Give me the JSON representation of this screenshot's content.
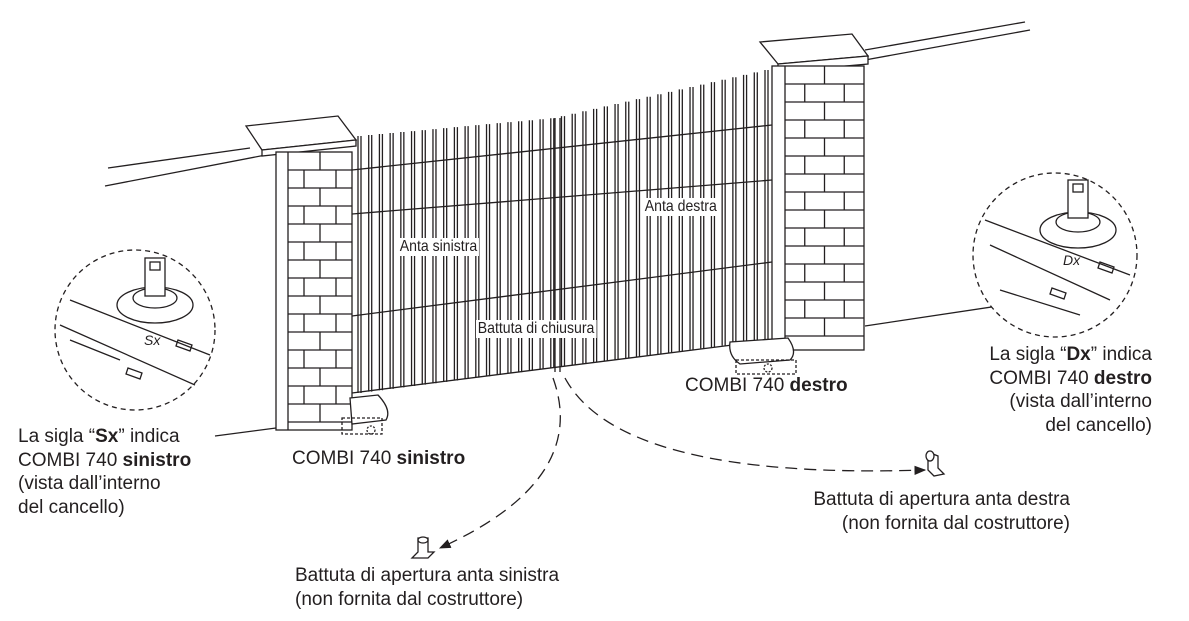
{
  "labels": {
    "left_leaf": "Anta sinistra",
    "right_leaf": "Anta destra",
    "closing_stop": "Battuta di chiusura"
  },
  "motors": {
    "right": {
      "prefix": "COMBI 740 ",
      "bold": "destro"
    },
    "left": {
      "prefix": "COMBI 740 ",
      "bold": "sinistro"
    }
  },
  "left_note": {
    "line1_pre": "La sigla “",
    "line1_bold": "Sx",
    "line1_post": "” indica",
    "line2_pre": "COMBI 740 ",
    "line2_bold": "sinistro",
    "line3": "(vista dall’interno",
    "line4": "del cancello)",
    "badge": "Sx"
  },
  "right_note": {
    "line1_pre": "La sigla “",
    "line1_bold": "Dx",
    "line1_post": "” indica",
    "line2_pre": "COMBI 740 ",
    "line2_bold": "destro",
    "line3": "(vista dall’interno",
    "line4": "del cancello)",
    "badge": "Dx"
  },
  "stops": {
    "right": {
      "line1": "Battuta di apertura anta destra",
      "line2": "(non fornita dal costruttore)"
    },
    "left": {
      "line1": "Battuta di apertura anta sinistra",
      "line2": "(non fornita dal costruttore)"
    }
  },
  "colors": {
    "ink": "#231f20",
    "background": "#ffffff"
  }
}
